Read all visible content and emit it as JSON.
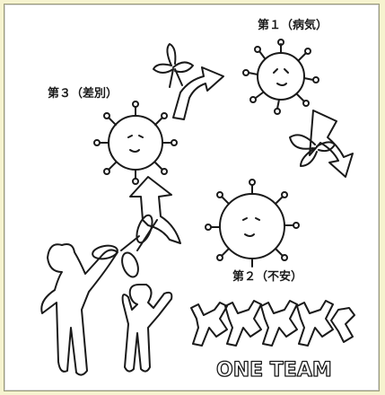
{
  "labels": {
    "first": "第１（病気）",
    "second": "第２（不安）",
    "third": "第３（差別）"
  },
  "team_text": "ONE TEAM",
  "colors": {
    "background": "#f6f3cf",
    "panel": "#ffffff",
    "ink": "#1a1a1a"
  },
  "icons": [
    "virus-icon",
    "arrow-icon",
    "scissors-icon",
    "person-icon",
    "ribbon-icon"
  ]
}
